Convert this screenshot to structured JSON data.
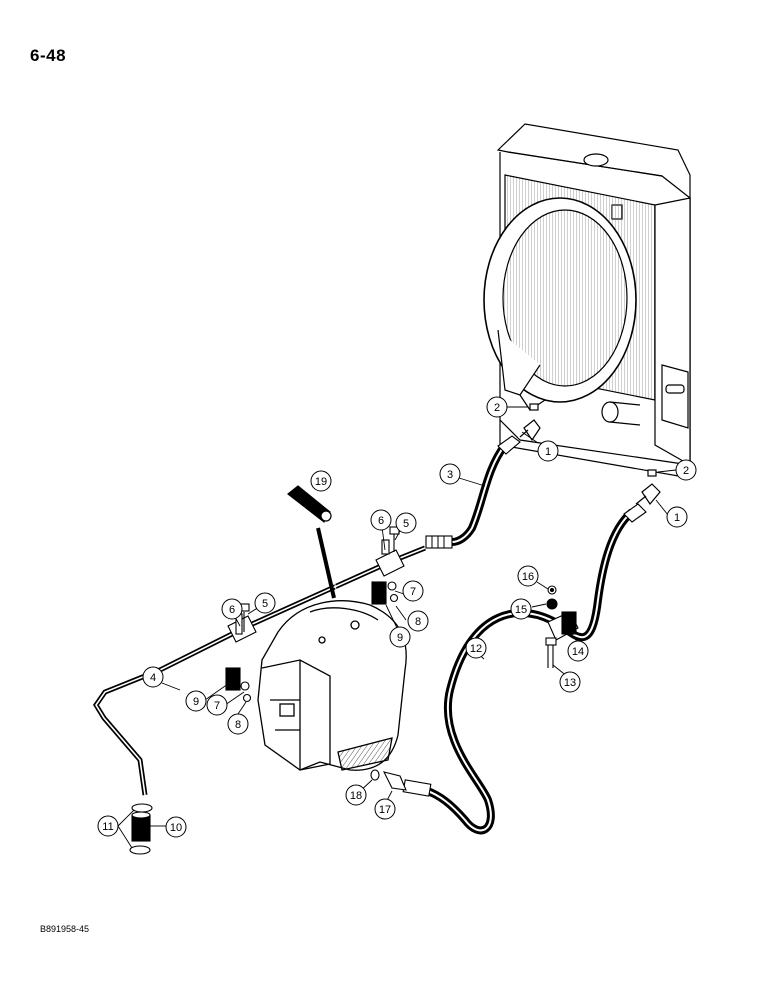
{
  "page": {
    "number": "6-48",
    "drawing_code": "B891958-45"
  },
  "callouts": [
    {
      "id": "c1a",
      "label": "1"
    },
    {
      "id": "c1b",
      "label": "1"
    },
    {
      "id": "c2a",
      "label": "2"
    },
    {
      "id": "c2b",
      "label": "2"
    },
    {
      "id": "c3",
      "label": "3"
    },
    {
      "id": "c4",
      "label": "4"
    },
    {
      "id": "c5a",
      "label": "5"
    },
    {
      "id": "c5b",
      "label": "5"
    },
    {
      "id": "c6a",
      "label": "6"
    },
    {
      "id": "c6b",
      "label": "6"
    },
    {
      "id": "c7a",
      "label": "7"
    },
    {
      "id": "c7b",
      "label": "7"
    },
    {
      "id": "c8a",
      "label": "8"
    },
    {
      "id": "c8b",
      "label": "8"
    },
    {
      "id": "c9a",
      "label": "9"
    },
    {
      "id": "c9b",
      "label": "9"
    },
    {
      "id": "c10",
      "label": "10"
    },
    {
      "id": "c11",
      "label": "11"
    },
    {
      "id": "c12",
      "label": "12"
    },
    {
      "id": "c13",
      "label": "13"
    },
    {
      "id": "c14",
      "label": "14"
    },
    {
      "id": "c15",
      "label": "15"
    },
    {
      "id": "c16",
      "label": "16"
    },
    {
      "id": "c17",
      "label": "17"
    },
    {
      "id": "c18",
      "label": "18"
    },
    {
      "id": "c19",
      "label": "19"
    }
  ]
}
